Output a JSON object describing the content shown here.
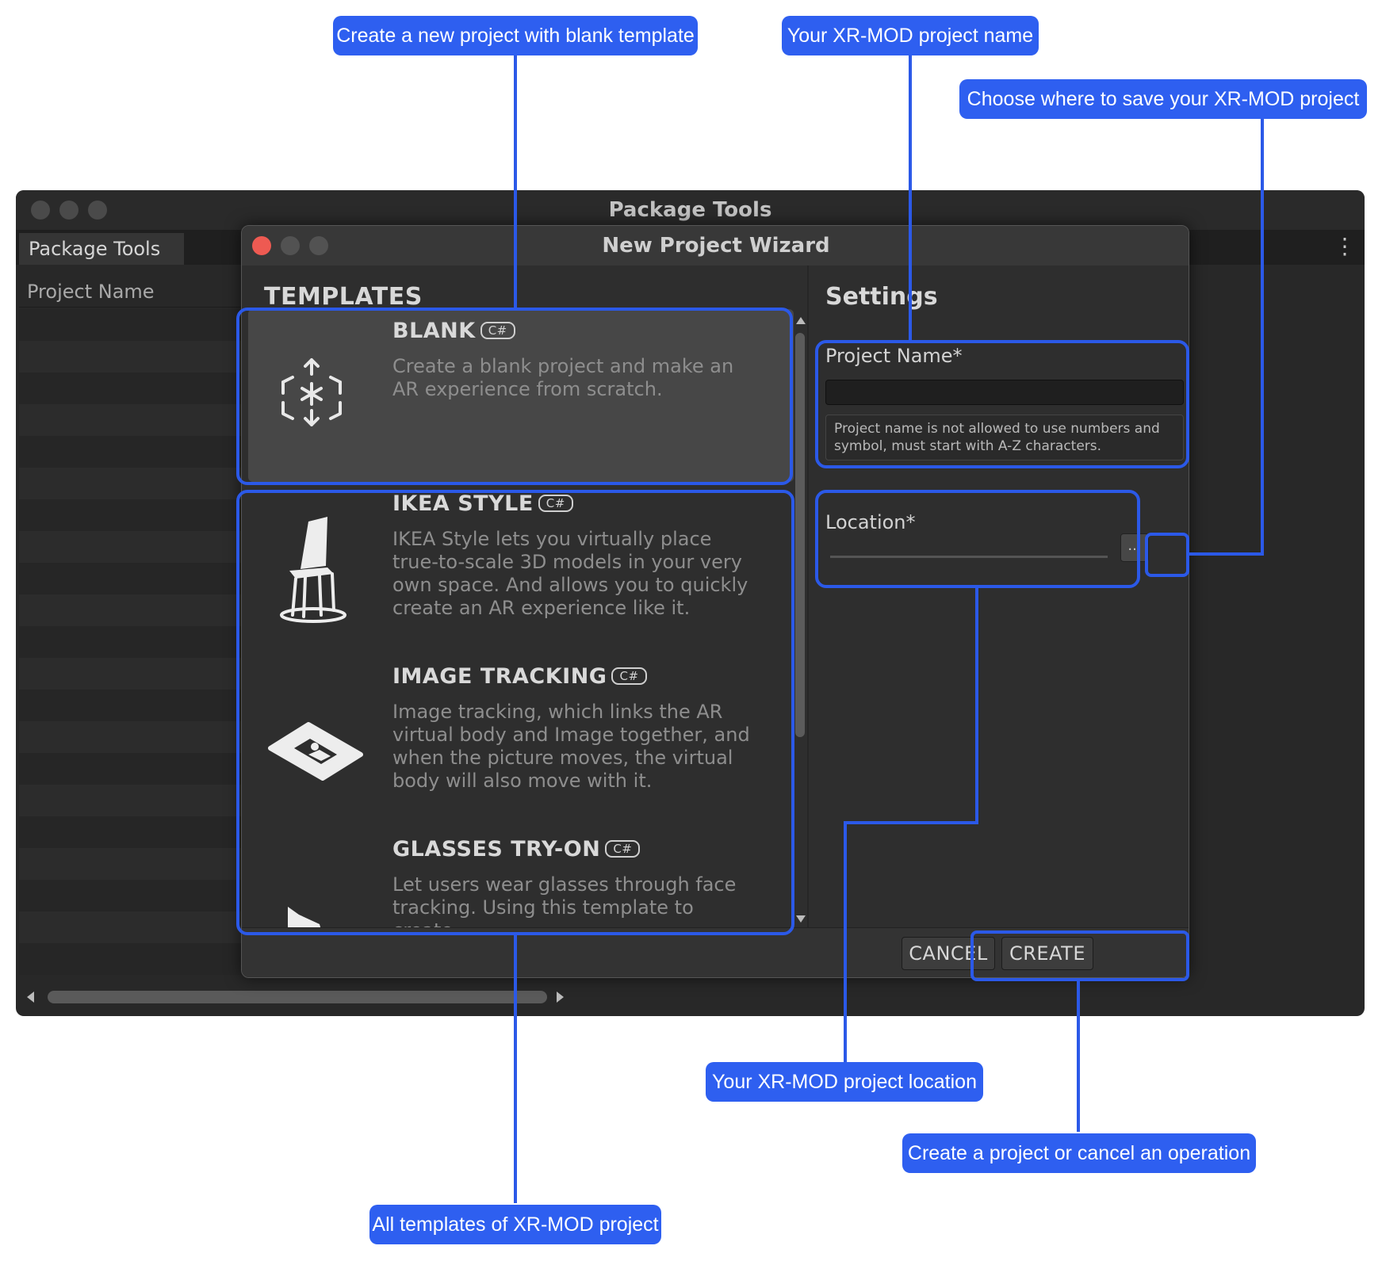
{
  "bg_window": {
    "title": "Package Tools",
    "tab_label": "Package Tools",
    "column_header": "Project Name"
  },
  "wizard": {
    "title": "New Project Wizard",
    "templates_heading": "TEMPLATES",
    "settings_heading": "Settings",
    "templates": [
      {
        "name": "BLANK",
        "badge": "C#",
        "icon": "ar-cube-icon",
        "selected": true,
        "description": "Create a blank project and make an AR experience from scratch."
      },
      {
        "name": "IKEA STYLE",
        "badge": "C#",
        "icon": "chair-icon",
        "selected": false,
        "description": "IKEA Style lets you virtually place true-to-scale 3D models in your very own space. And allows you to quickly create an AR experience like it."
      },
      {
        "name": "IMAGE TRACKING",
        "badge": "C#",
        "icon": "image-card-icon",
        "selected": false,
        "description": "Image tracking, which links the AR virtual body and Image together, and when the picture moves, the virtual body will also move with it."
      },
      {
        "name": "GLASSES TRY-ON",
        "badge": "C#",
        "icon": "face-glasses-icon",
        "selected": false,
        "description": "Let users wear glasses through face tracking. Using this template to create"
      }
    ],
    "settings": {
      "project_name_label": "Project Name*",
      "project_name_value": "",
      "project_name_help": "Project name is not allowed to use numbers and symbol, must start with A-Z characters.",
      "location_label": "Location*",
      "location_value": "",
      "browse_label": "..."
    },
    "footer": {
      "cancel_label": "CANCEL",
      "create_label": "CREATE"
    }
  },
  "annotations": {
    "blank_template": "Create a new project with blank template",
    "project_name": "Your XR-MOD project name",
    "save_location": "Choose where to save your XR-MOD project",
    "project_location": "Your XR-MOD project location",
    "create_cancel": "Create a project or cancel an operation",
    "all_templates": "All templates of XR-MOD project"
  },
  "colors": {
    "annotation_blue": "#2e5ff0",
    "close_red": "#ee5a52",
    "window_bg": "#282828",
    "selected_card": "#474747"
  }
}
